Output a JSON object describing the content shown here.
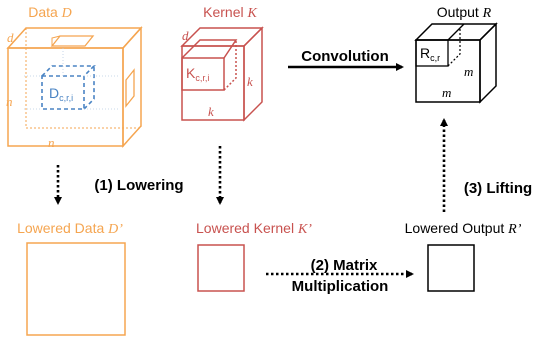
{
  "colors": {
    "data": "#f5a550",
    "kernel": "#c8524f",
    "output": "#000000",
    "inner_block": "#4a84c4",
    "arrow": "#000000"
  },
  "data_cube": {
    "title": "Data",
    "title_var": "D",
    "dim_d": "d",
    "dim_n_left": "n",
    "dim_n_bottom": "n",
    "block_label": "D",
    "block_sub": "c,r,i"
  },
  "kernel_cube": {
    "title": "Kernel",
    "title_var": "K",
    "dim_d": "d",
    "dim_k_right": "k",
    "dim_k_bottom": "k",
    "block_label": "K",
    "block_sub": "c,r,i"
  },
  "output_cube": {
    "title": "Output",
    "title_var": "R",
    "dim_m_right": "m",
    "dim_m_bottom": "m",
    "block_label": "R",
    "block_sub": "c,r"
  },
  "arrows": {
    "convolution": "Convolution",
    "lowering": "(1) Lowering",
    "lifting": "(3) Lifting",
    "matrix_line1": "(2) Matrix",
    "matrix_line2": "Multiplication"
  },
  "lowered": {
    "data_title": "Lowered Data",
    "data_var": "D’",
    "kernel_title": "Lowered Kernel",
    "kernel_var": "K’",
    "output_title": "Lowered Output",
    "output_var": "R’"
  }
}
